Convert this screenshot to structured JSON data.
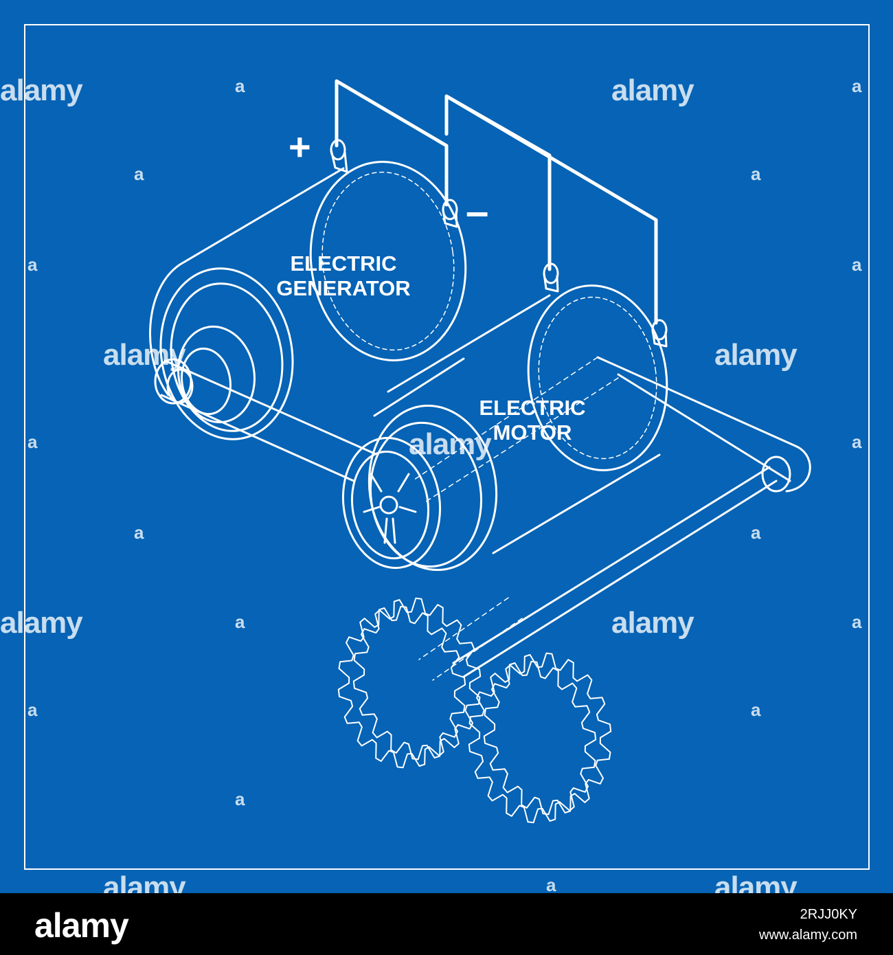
{
  "diagram": {
    "labels": {
      "generator": "ELECTRIC\nGENERATOR",
      "motor": "ELECTRIC\nMOTOR"
    },
    "terminals": {
      "plus": "+",
      "minus": "–"
    }
  },
  "watermark": {
    "text": "alamy",
    "mark": "a"
  },
  "footer": {
    "logo": "alamy",
    "image_id": "2RJJ0KY",
    "url": "www.alamy.com"
  },
  "colors": {
    "background": "#0663b5",
    "lines": "#ffffff",
    "footer": "#000000"
  }
}
